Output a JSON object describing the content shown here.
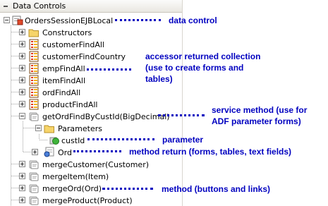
{
  "panel": {
    "title": "Data Controls"
  },
  "tree": {
    "root": "OrdersSessionEJBLocal",
    "constructors": "Constructors",
    "collections": [
      "customerFindAll",
      "customerFindCountry",
      "empFindAll",
      "itemFindAll",
      "ordFindAll",
      "productFindAll"
    ],
    "method": "getOrdFindByCustId(BigDecimal)",
    "parameters_folder": "Parameters",
    "parameter": "custId",
    "method_return": "Ord",
    "merge_methods": [
      "mergeCustomer(Customer)",
      "mergeItem(Item)",
      "mergeOrd(Ord)",
      "mergeProduct(Product)"
    ]
  },
  "annotations": {
    "data_control": "data control",
    "accessor_line1": "accessor returned collection",
    "accessor_line2": "(use to create forms and",
    "accessor_line3": "tables)",
    "service_line1": "service method (use for",
    "service_line2": "ADF parameter forms)",
    "parameter": "parameter",
    "method_return": "method return (forms, tables, text fields)",
    "method": "method (buttons and links)"
  },
  "colors": {
    "annotation": "#0000c0",
    "tree_lines": "#a0a0a0"
  }
}
